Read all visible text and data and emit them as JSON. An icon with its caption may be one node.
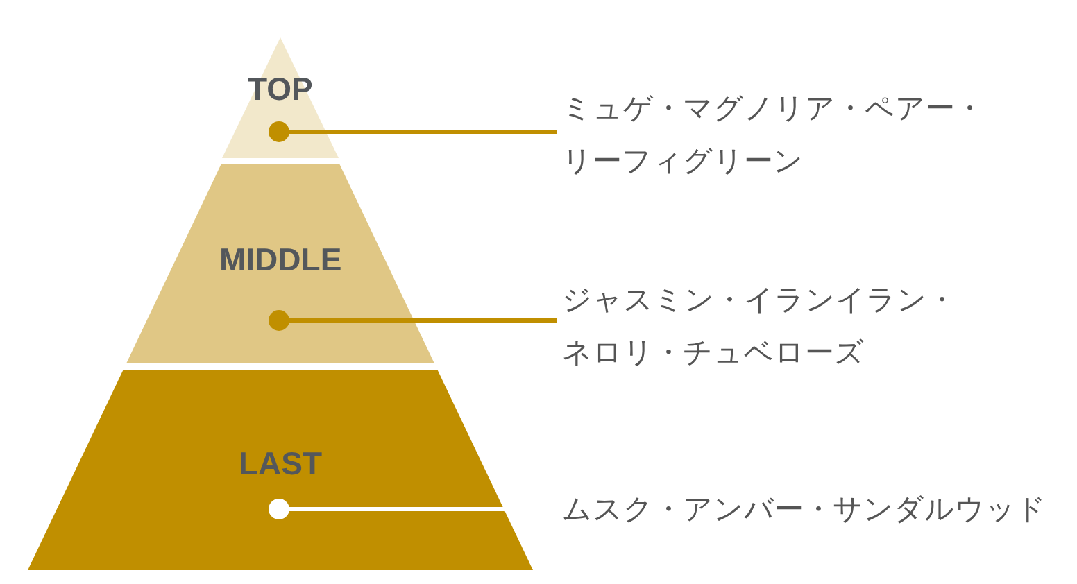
{
  "diagram": {
    "nodes": [
      {
        "text": [
          "TOP"
        ]
      },
      {
        "text": [
          "ミュゲ・マグノリア・ペアー・リーフィグリーン"
        ]
      },
      {
        "text": [
          "MIDDLE"
        ]
      },
      {
        "text": [
          "ジャスミン・イランイラン・ネロリ・チュベローズ"
        ]
      },
      {
        "text": [
          "LAST"
        ]
      },
      {
        "text": [
          "ムスク・アンバー・サンダルウッド"
        ]
      }
    ],
    "edges": [
      {
        "from": 1,
        "to": 0,
        "arrow": "other"
      },
      {
        "from": 3,
        "to": 2,
        "arrow": "other"
      },
      {
        "from": 5,
        "to": 4,
        "arrow": "other",
        "color": "#ffffff"
      }
    ]
  }
}
